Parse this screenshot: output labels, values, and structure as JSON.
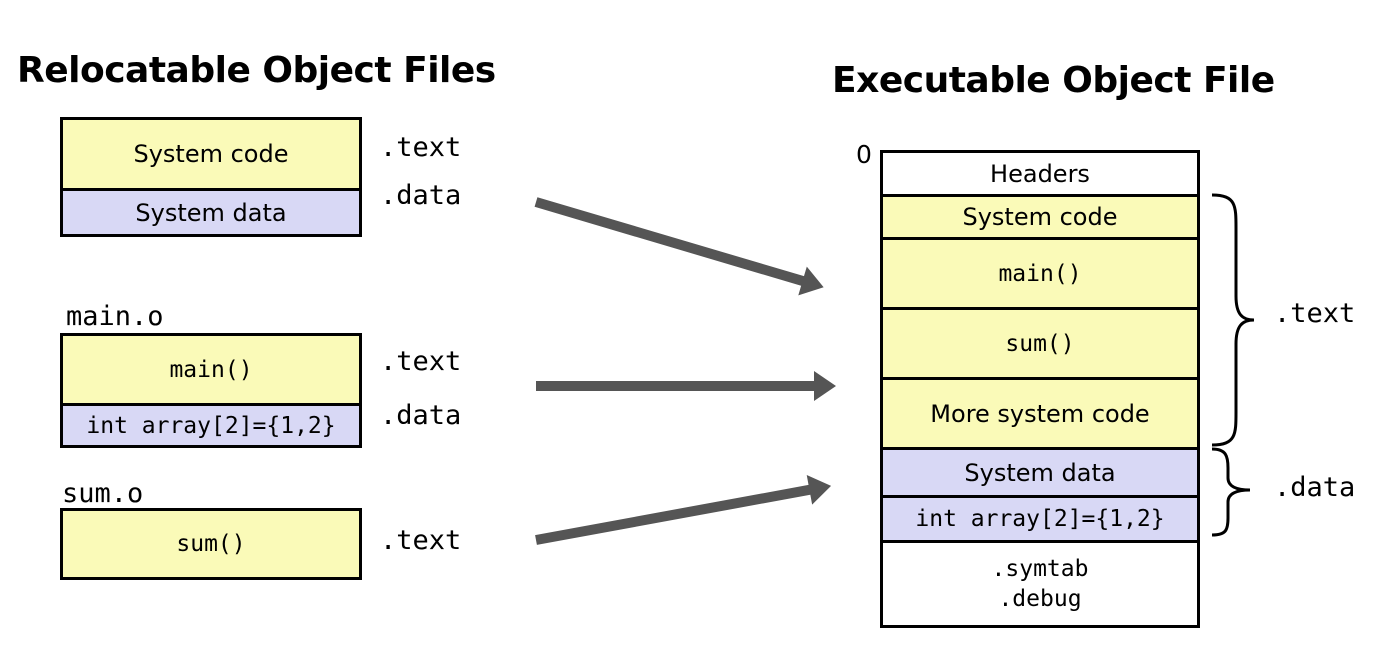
{
  "colors": {
    "code": "#fafab8",
    "data": "#d8d8f5",
    "plain": "#ffffff",
    "arrow": "#555555"
  },
  "left": {
    "title": "Relocatable Object Files",
    "files": [
      {
        "name": "",
        "sections": [
          {
            "label": "System code",
            "kind": "code",
            "section": ".text"
          },
          {
            "label": "System data",
            "kind": "data",
            "section": ".data"
          }
        ]
      },
      {
        "name": "main.o",
        "sections": [
          {
            "label": "main()",
            "kind": "code",
            "section": ".text"
          },
          {
            "label": "int array[2]={1,2}",
            "kind": "data",
            "section": ".data"
          }
        ]
      },
      {
        "name": "sum.o",
        "sections": [
          {
            "label": "sum()",
            "kind": "code",
            "section": ".text"
          }
        ]
      }
    ]
  },
  "right": {
    "title": "Executable Object File",
    "address_zero": "0",
    "segments": [
      {
        "label": "Headers",
        "kind": "plain"
      },
      {
        "label": "System code",
        "kind": "code"
      },
      {
        "label": "main()",
        "kind": "code"
      },
      {
        "label": "sum()",
        "kind": "code"
      },
      {
        "label": "More system code",
        "kind": "code"
      },
      {
        "label": "System data",
        "kind": "data"
      },
      {
        "label": "int array[2]={1,2}",
        "kind": "data"
      },
      {
        "label_line1": ".symtab",
        "label_line2": ".debug",
        "kind": "plain"
      }
    ],
    "brace_text": ".text",
    "brace_data": ".data"
  }
}
